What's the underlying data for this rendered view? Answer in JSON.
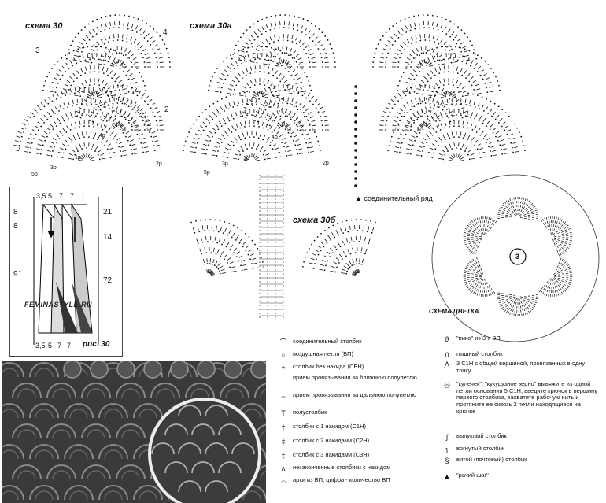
{
  "schemes": {
    "s30": "схема 30",
    "s30a": "схема 30а",
    "s30b": "схема 30б",
    "flower": "СХЕМА ЦВЕТКА"
  },
  "fan_numbers": {
    "n1": "1",
    "n2": "2",
    "n3": "3",
    "n4": "4",
    "r5p_left": "5р",
    "r3p_left": "3р",
    "r1p_left": "1р",
    "r4p_left": "4р",
    "r2p_left": "2р",
    "r5p_mid": "5р",
    "r3p_mid": "3р",
    "r1p_mid": "1р",
    "r4p_mid": "4р",
    "r2p_mid": "2р",
    "flower_center": "3"
  },
  "connecting_row": "соединительный ряд",
  "pattern_fig": {
    "top": [
      "3,5",
      "5",
      "7",
      "7",
      "1"
    ],
    "bottom": [
      "3,5",
      "5",
      "7",
      "7"
    ],
    "left": [
      "8",
      "8",
      "91"
    ],
    "right": [
      "21",
      "14",
      "72"
    ],
    "watermark": "FEMINASTYLE.RU",
    "caption": "рис. 30"
  },
  "legend": {
    "left": [
      {
        "icon": "slip-stitch",
        "label": "соединительный столбик"
      },
      {
        "icon": "chain",
        "label": "воздушная петля (ВП)"
      },
      {
        "icon": "sc",
        "label": "столбик без накида (СБН)"
      },
      {
        "icon": "near-loop",
        "label": "прием провязывания за ближнюю полупетлю"
      },
      {
        "icon": "far-loop",
        "label": "прием провязывания за дальнюю полупетлю"
      },
      {
        "icon": "hdc",
        "label": "полустолбик"
      },
      {
        "icon": "dc",
        "label": "столбик с 1 накидом (С1Н)"
      },
      {
        "icon": "tr",
        "label": "столбик с 2 накидами (С2Н)"
      },
      {
        "icon": "dtr",
        "label": "столбик с 3 накидами (С3Н)"
      },
      {
        "icon": "unfinished",
        "label": "незаконченные столбики с накидом"
      },
      {
        "icon": "arch",
        "label": "арки из ВП, цифра - количество ВП"
      }
    ],
    "right": [
      {
        "icon": "picot",
        "label": "\"пико\" из 3-х ВП"
      },
      {
        "icon": "puff",
        "label": "пышный столбик"
      },
      {
        "icon": "cluster",
        "label": "3 С1Н с общей вершиной, провязанных в одну точку"
      },
      {
        "icon": "popcorn",
        "label": "\"кулечек\", \"кукурузное зерно\" вывяжите из одной петли основания 5 С1Н, введите крючок в вершину первого столбика, захватите рабочую нить и протяните ее сквозь 2 петли находящиеся на крючке"
      },
      {
        "icon": "fpdc",
        "label": "выпуклый столбик"
      },
      {
        "icon": "bpdc",
        "label": "вогнутый столбик"
      },
      {
        "icon": "twisted",
        "label": "витой (почтовый) столбик"
      },
      {
        "icon": "crab",
        "label": "\"рачий шаг\""
      }
    ]
  }
}
